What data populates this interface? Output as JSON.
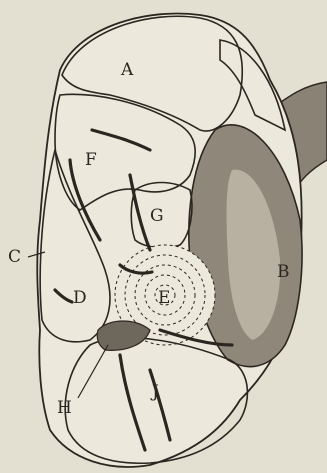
{
  "labels": {
    "A": "A",
    "B": "B",
    "C": "C",
    "D": "D",
    "E": "E",
    "F": "F",
    "G": "G",
    "H": "H",
    "J": "J"
  },
  "colors": {
    "paper": "#e3dfd1",
    "ink": "#2b2620",
    "shade_dark": "#6e675c",
    "shade_mid": "#a39b8d"
  }
}
